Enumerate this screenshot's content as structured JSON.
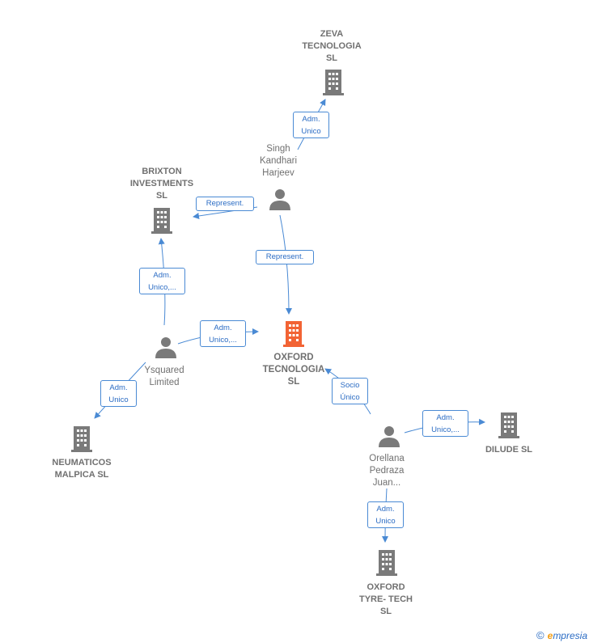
{
  "nodes": {
    "zeva": {
      "label": "ZEVA\nTECNOLOGIA\nSL",
      "kind": "company"
    },
    "singh": {
      "label": "Singh\nKandhari\nHarjeev",
      "kind": "person"
    },
    "brixton": {
      "label": "BRIXTON\nINVESTMENTS\nSL",
      "kind": "company"
    },
    "oxford_tec": {
      "label": "OXFORD\nTECNOLOGIA\nSL",
      "kind": "main"
    },
    "ysquared": {
      "label": "Ysquared\nLimited",
      "kind": "person"
    },
    "neumaticos": {
      "label": "NEUMATICOS\nMALPICA  SL",
      "kind": "company"
    },
    "orellana": {
      "label": "Orellana\nPedraza\nJuan...",
      "kind": "person"
    },
    "dilude": {
      "label": "DILUDE SL",
      "kind": "company"
    },
    "oxford_tyre": {
      "label": "OXFORD\nTYRE- TECH\nSL",
      "kind": "company"
    }
  },
  "edges": {
    "singh_zeva": "Adm.\nUnico",
    "singh_brixton": "Represent.",
    "singh_oxford": "Represent.",
    "ysq_brixton": "Adm.\nUnico,...",
    "ysq_oxford": "Adm.\nUnico,...",
    "ysq_neumaticos": "Adm.\nUnico",
    "orellana_oxford": "Socio\nÚnico",
    "orellana_dilude": "Adm.\nUnico,...",
    "orellana_tyre": "Adm.\nUnico"
  },
  "colors": {
    "company_icon": "#7a7a7a",
    "main_icon": "#f26334",
    "person_icon": "#7a7a7a",
    "edge": "#4a8ad4"
  },
  "footer": {
    "copyright": "©",
    "brand_initial": "e",
    "brand_rest": "mpresia"
  }
}
